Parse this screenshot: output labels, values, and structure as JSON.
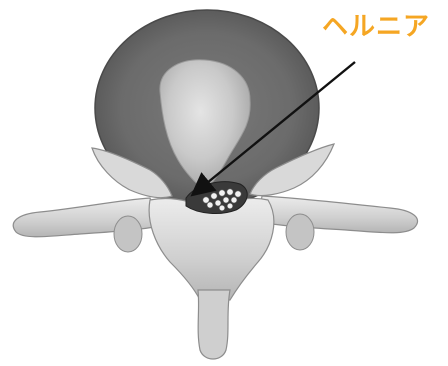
{
  "callout": {
    "label": "ヘルニア",
    "color": "#F5A623",
    "arrow_color": "#111111"
  },
  "figure": {
    "icons": [
      "vertebra-illustration",
      "intervertebral-disc",
      "herniated-nucleus",
      "spinal-nerve-roots"
    ]
  }
}
